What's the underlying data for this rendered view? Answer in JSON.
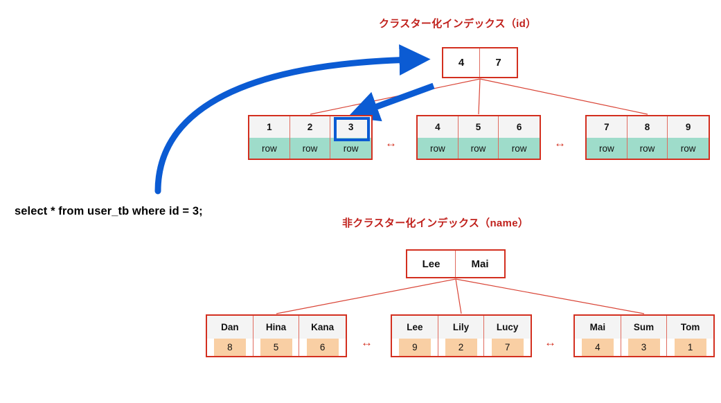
{
  "page": {
    "background": "#ffffff",
    "accent_red": "#d32f1f",
    "accent_blue": "#0b5bd3",
    "row_fill_teal": "#9edcca",
    "value_fill_peach": "#f9cfa4",
    "key_fill_grey": "#f4f4f4"
  },
  "clustered": {
    "title": "クラスター化インデックス（id）",
    "root": {
      "keys": [
        "4",
        "7"
      ]
    },
    "leaves": [
      {
        "keys": [
          "1",
          "2",
          "3"
        ],
        "values": [
          "row",
          "row",
          "row"
        ]
      },
      {
        "keys": [
          "4",
          "5",
          "6"
        ],
        "values": [
          "row",
          "row",
          "row"
        ]
      },
      {
        "keys": [
          "7",
          "8",
          "9"
        ],
        "values": [
          "row",
          "row",
          "row"
        ]
      }
    ],
    "sibling_link_symbol": "↔",
    "highlighted_key": "3"
  },
  "nonclustered": {
    "title": "非クラスター化インデックス（name）",
    "root": {
      "keys": [
        "Lee",
        "Mai"
      ]
    },
    "leaves": [
      {
        "keys": [
          "Dan",
          "Hina",
          "Kana"
        ],
        "values": [
          "8",
          "5",
          "6"
        ]
      },
      {
        "keys": [
          "Lee",
          "Lily",
          "Lucy"
        ],
        "values": [
          "9",
          "2",
          "7"
        ]
      },
      {
        "keys": [
          "Mai",
          "Sum",
          "Tom"
        ],
        "values": [
          "4",
          "3",
          "1"
        ]
      }
    ],
    "sibling_link_symbol": "↔"
  },
  "query": {
    "sql": "select * from user_tb where id = 3;"
  },
  "annotations": {
    "lookup_arrow_label": "curved-blue-arrow-to-root",
    "descend_arrow_label": "blue-arrow-root-to-leaf-key-3"
  }
}
